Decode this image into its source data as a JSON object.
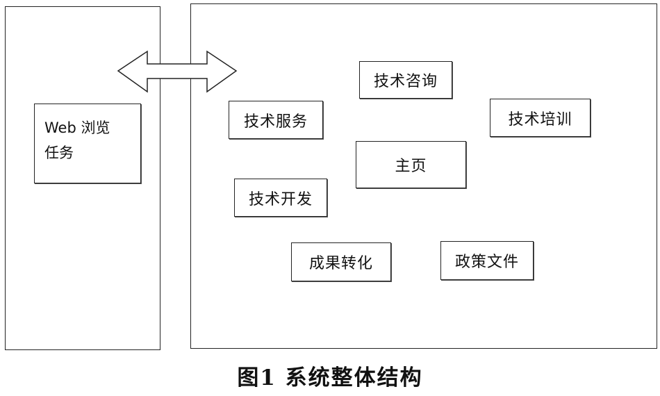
{
  "client": {
    "task_label_line1": "Web 浏览",
    "task_label_line2": "任务"
  },
  "server": {
    "home": "主页",
    "modules": {
      "consulting": "技术咨询",
      "service": "技术服务",
      "training": "技术培训",
      "development": "技术开发",
      "transformation": "成果转化",
      "policy": "政策文件"
    }
  },
  "caption": "图1  系统整体结构",
  "connector": "double-arrow-icon"
}
